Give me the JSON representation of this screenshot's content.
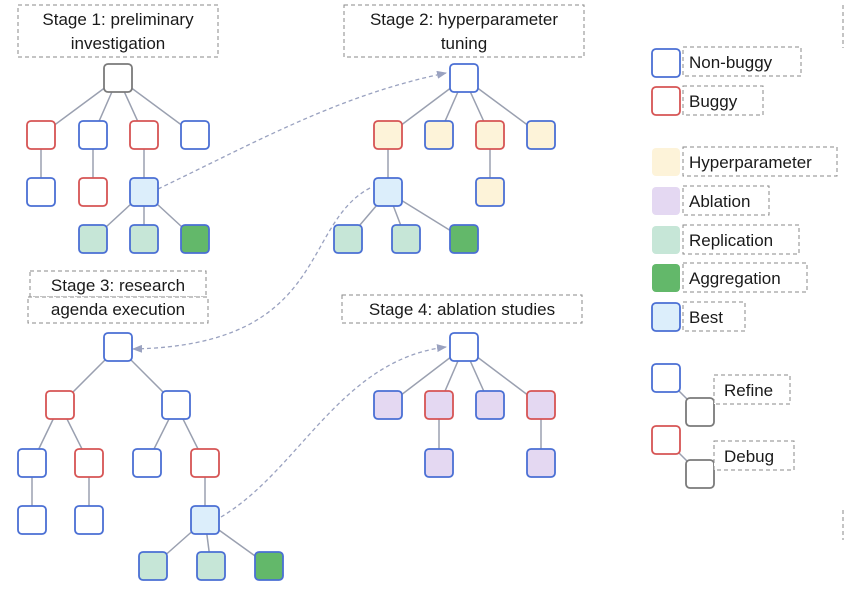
{
  "stages": [
    {
      "id": "stage1",
      "lines": [
        "Stage 1: preliminary",
        "investigation"
      ]
    },
    {
      "id": "stage2",
      "lines": [
        "Stage 2: hyperparameter",
        "tuning"
      ]
    },
    {
      "id": "stage3",
      "lines": [
        "Stage 3: research",
        "agenda execution"
      ]
    },
    {
      "id": "stage4",
      "lines": [
        "Stage 4: ablation studies"
      ]
    }
  ],
  "legend": {
    "non_buggy": "Non-buggy",
    "buggy": "Buggy",
    "hyperparameter": "Hyperparameter",
    "ablation": "Ablation",
    "replication": "Replication",
    "aggregation": "Aggregation",
    "best": "Best",
    "refine": "Refine",
    "debug": "Debug"
  },
  "colors": {
    "non_buggy_stroke": "#4a6fd4",
    "buggy_stroke": "#d65454",
    "root_stroke": "#7a7a7a",
    "hyperparameter_fill": "#fdf3d9",
    "ablation_fill": "#e4d8f2",
    "replication_fill": "#c6e6d7",
    "aggregation_fill": "#63b86a",
    "best_fill": "#dceefb",
    "edge": "#9aa0b0",
    "transition_arrow": "#9aa2c0"
  }
}
